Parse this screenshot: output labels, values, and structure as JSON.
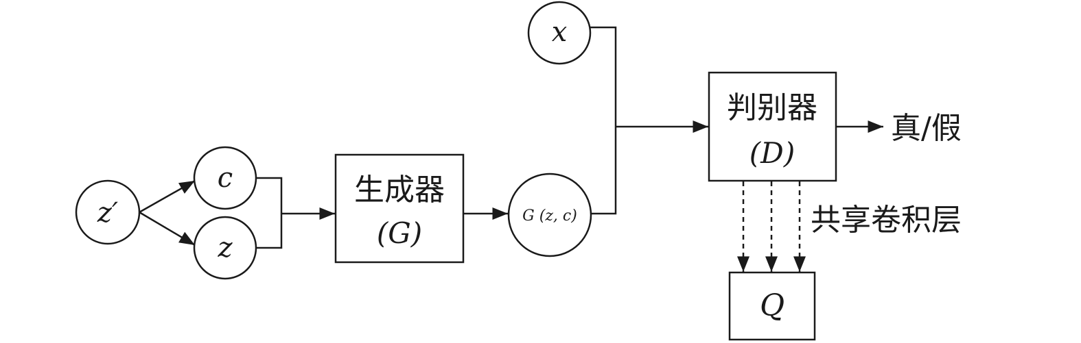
{
  "nodes": {
    "z_prime": "z′",
    "c": "c",
    "z": "z",
    "x": "x",
    "g_out": "G (z, c)",
    "q": "Q"
  },
  "generator": {
    "name": "生成器",
    "symbol": "(G)"
  },
  "discriminator": {
    "name": "判别器",
    "symbol": "(D)"
  },
  "labels": {
    "output": "真/假",
    "shared_layers": "共享卷积层"
  }
}
